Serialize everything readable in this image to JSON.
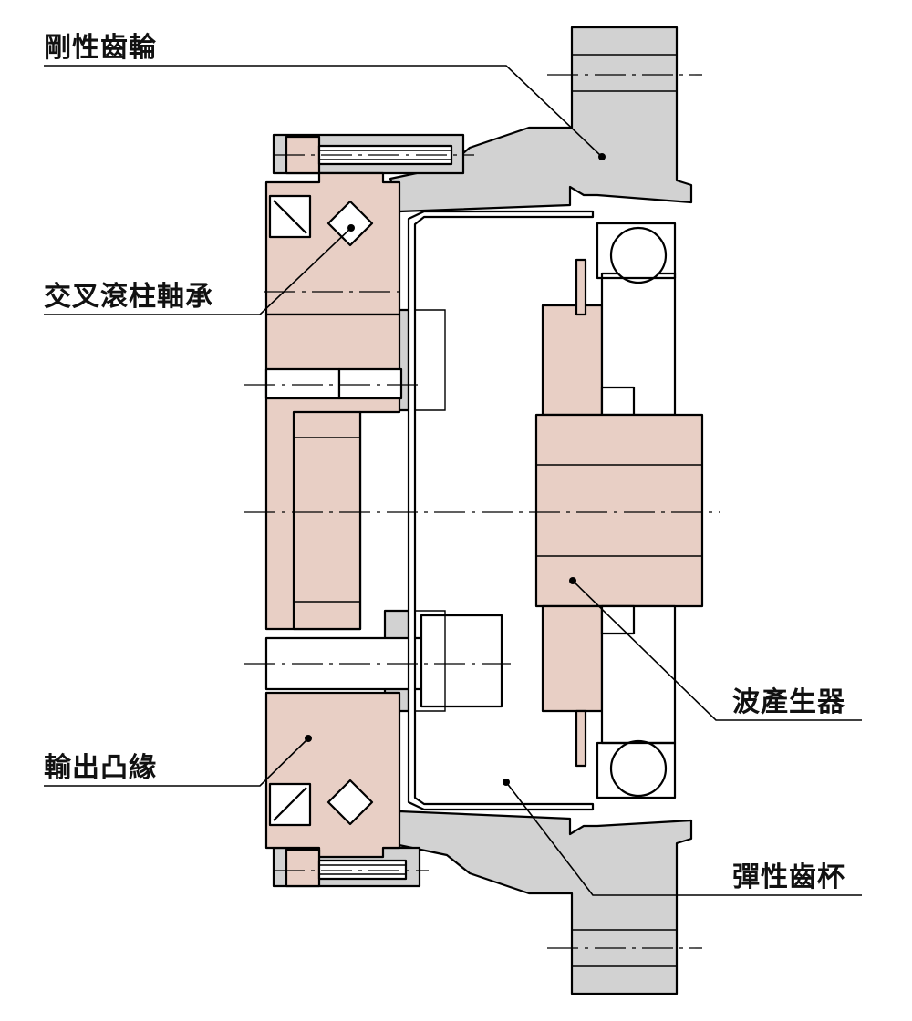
{
  "labels": {
    "circular_spline": "剛性齒輪",
    "cross_roller_bearing": "交叉滾柱軸承",
    "wave_generator": "波產生器",
    "output_flange": "輸出凸緣",
    "flexspline": "彈性齒杯"
  },
  "colors": {
    "rigid_parts_gray": "#d2d2d2",
    "bearing_flange_tan": "#e8cfc5",
    "outline": "#000000",
    "background": "#ffffff"
  }
}
